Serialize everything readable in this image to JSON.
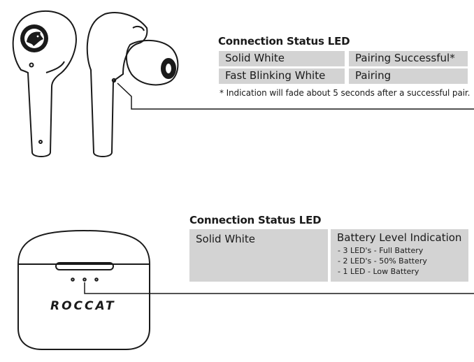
{
  "earbuds_section": {
    "title": "Connection Status LED",
    "rows": [
      {
        "state": "Solid White",
        "meaning": "Pairing Successful*"
      },
      {
        "state": "Fast Blinking White",
        "meaning": "Pairing"
      }
    ],
    "footnote": "* Indication will fade about 5 seconds after a successful pair."
  },
  "case_section": {
    "title": "Connection Status LED",
    "state": "Solid White",
    "meaning": "Battery Level Indication",
    "levels": [
      "- 3 LED's - Full Battery",
      "- 2 LED's - 50% Battery",
      "- 1 LED - Low Battery"
    ]
  },
  "brand": {
    "logo_text": "ROCCAT"
  },
  "colors": {
    "cell_bg": "#d3d3d3",
    "line": "#1a1a1a"
  }
}
